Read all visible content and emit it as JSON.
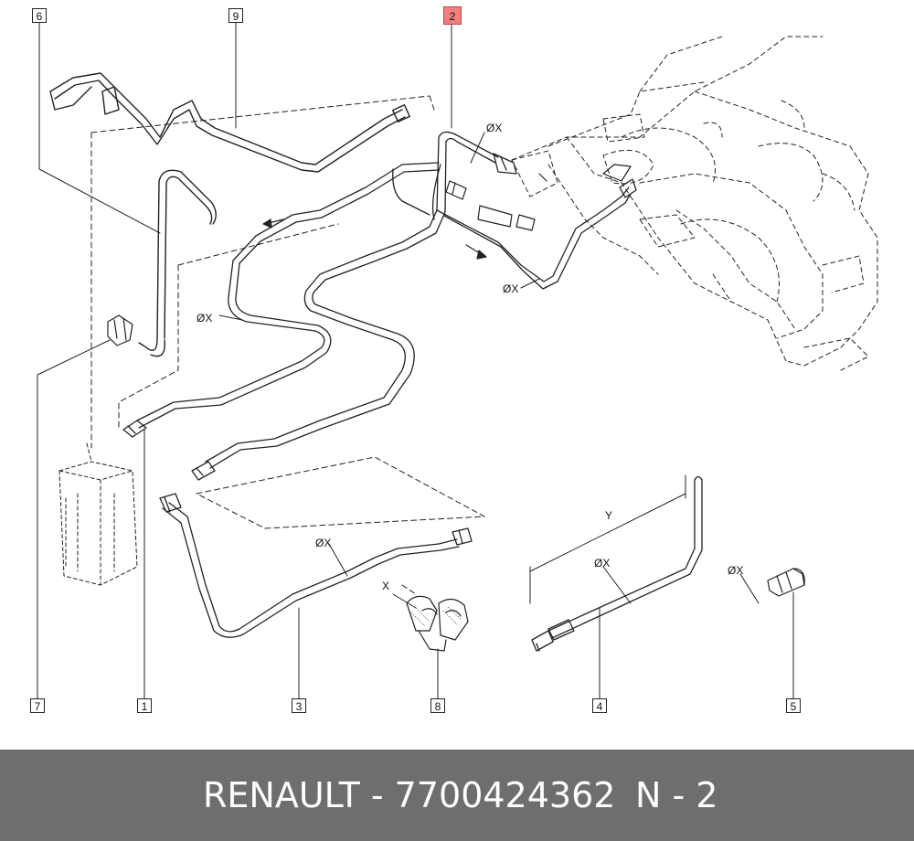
{
  "diagram": {
    "callouts": [
      {
        "number": "6",
        "highlighted": false
      },
      {
        "number": "9",
        "highlighted": false
      },
      {
        "number": "2",
        "highlighted": true
      },
      {
        "number": "7",
        "highlighted": false
      },
      {
        "number": "1",
        "highlighted": false
      },
      {
        "number": "3",
        "highlighted": false
      },
      {
        "number": "8",
        "highlighted": false
      },
      {
        "number": "4",
        "highlighted": false
      },
      {
        "number": "5",
        "highlighted": false
      }
    ],
    "dimension_labels": {
      "diameter": "ØX",
      "length": "Y",
      "clip_width": "X"
    },
    "colors": {
      "line": "#222222",
      "highlight": "#f08080",
      "footer_background": "#6e6e6e",
      "footer_text": "#ffffff"
    }
  },
  "footer": {
    "part_text": "RENAULT - 7700424362",
    "ref_text": "N - 2"
  }
}
